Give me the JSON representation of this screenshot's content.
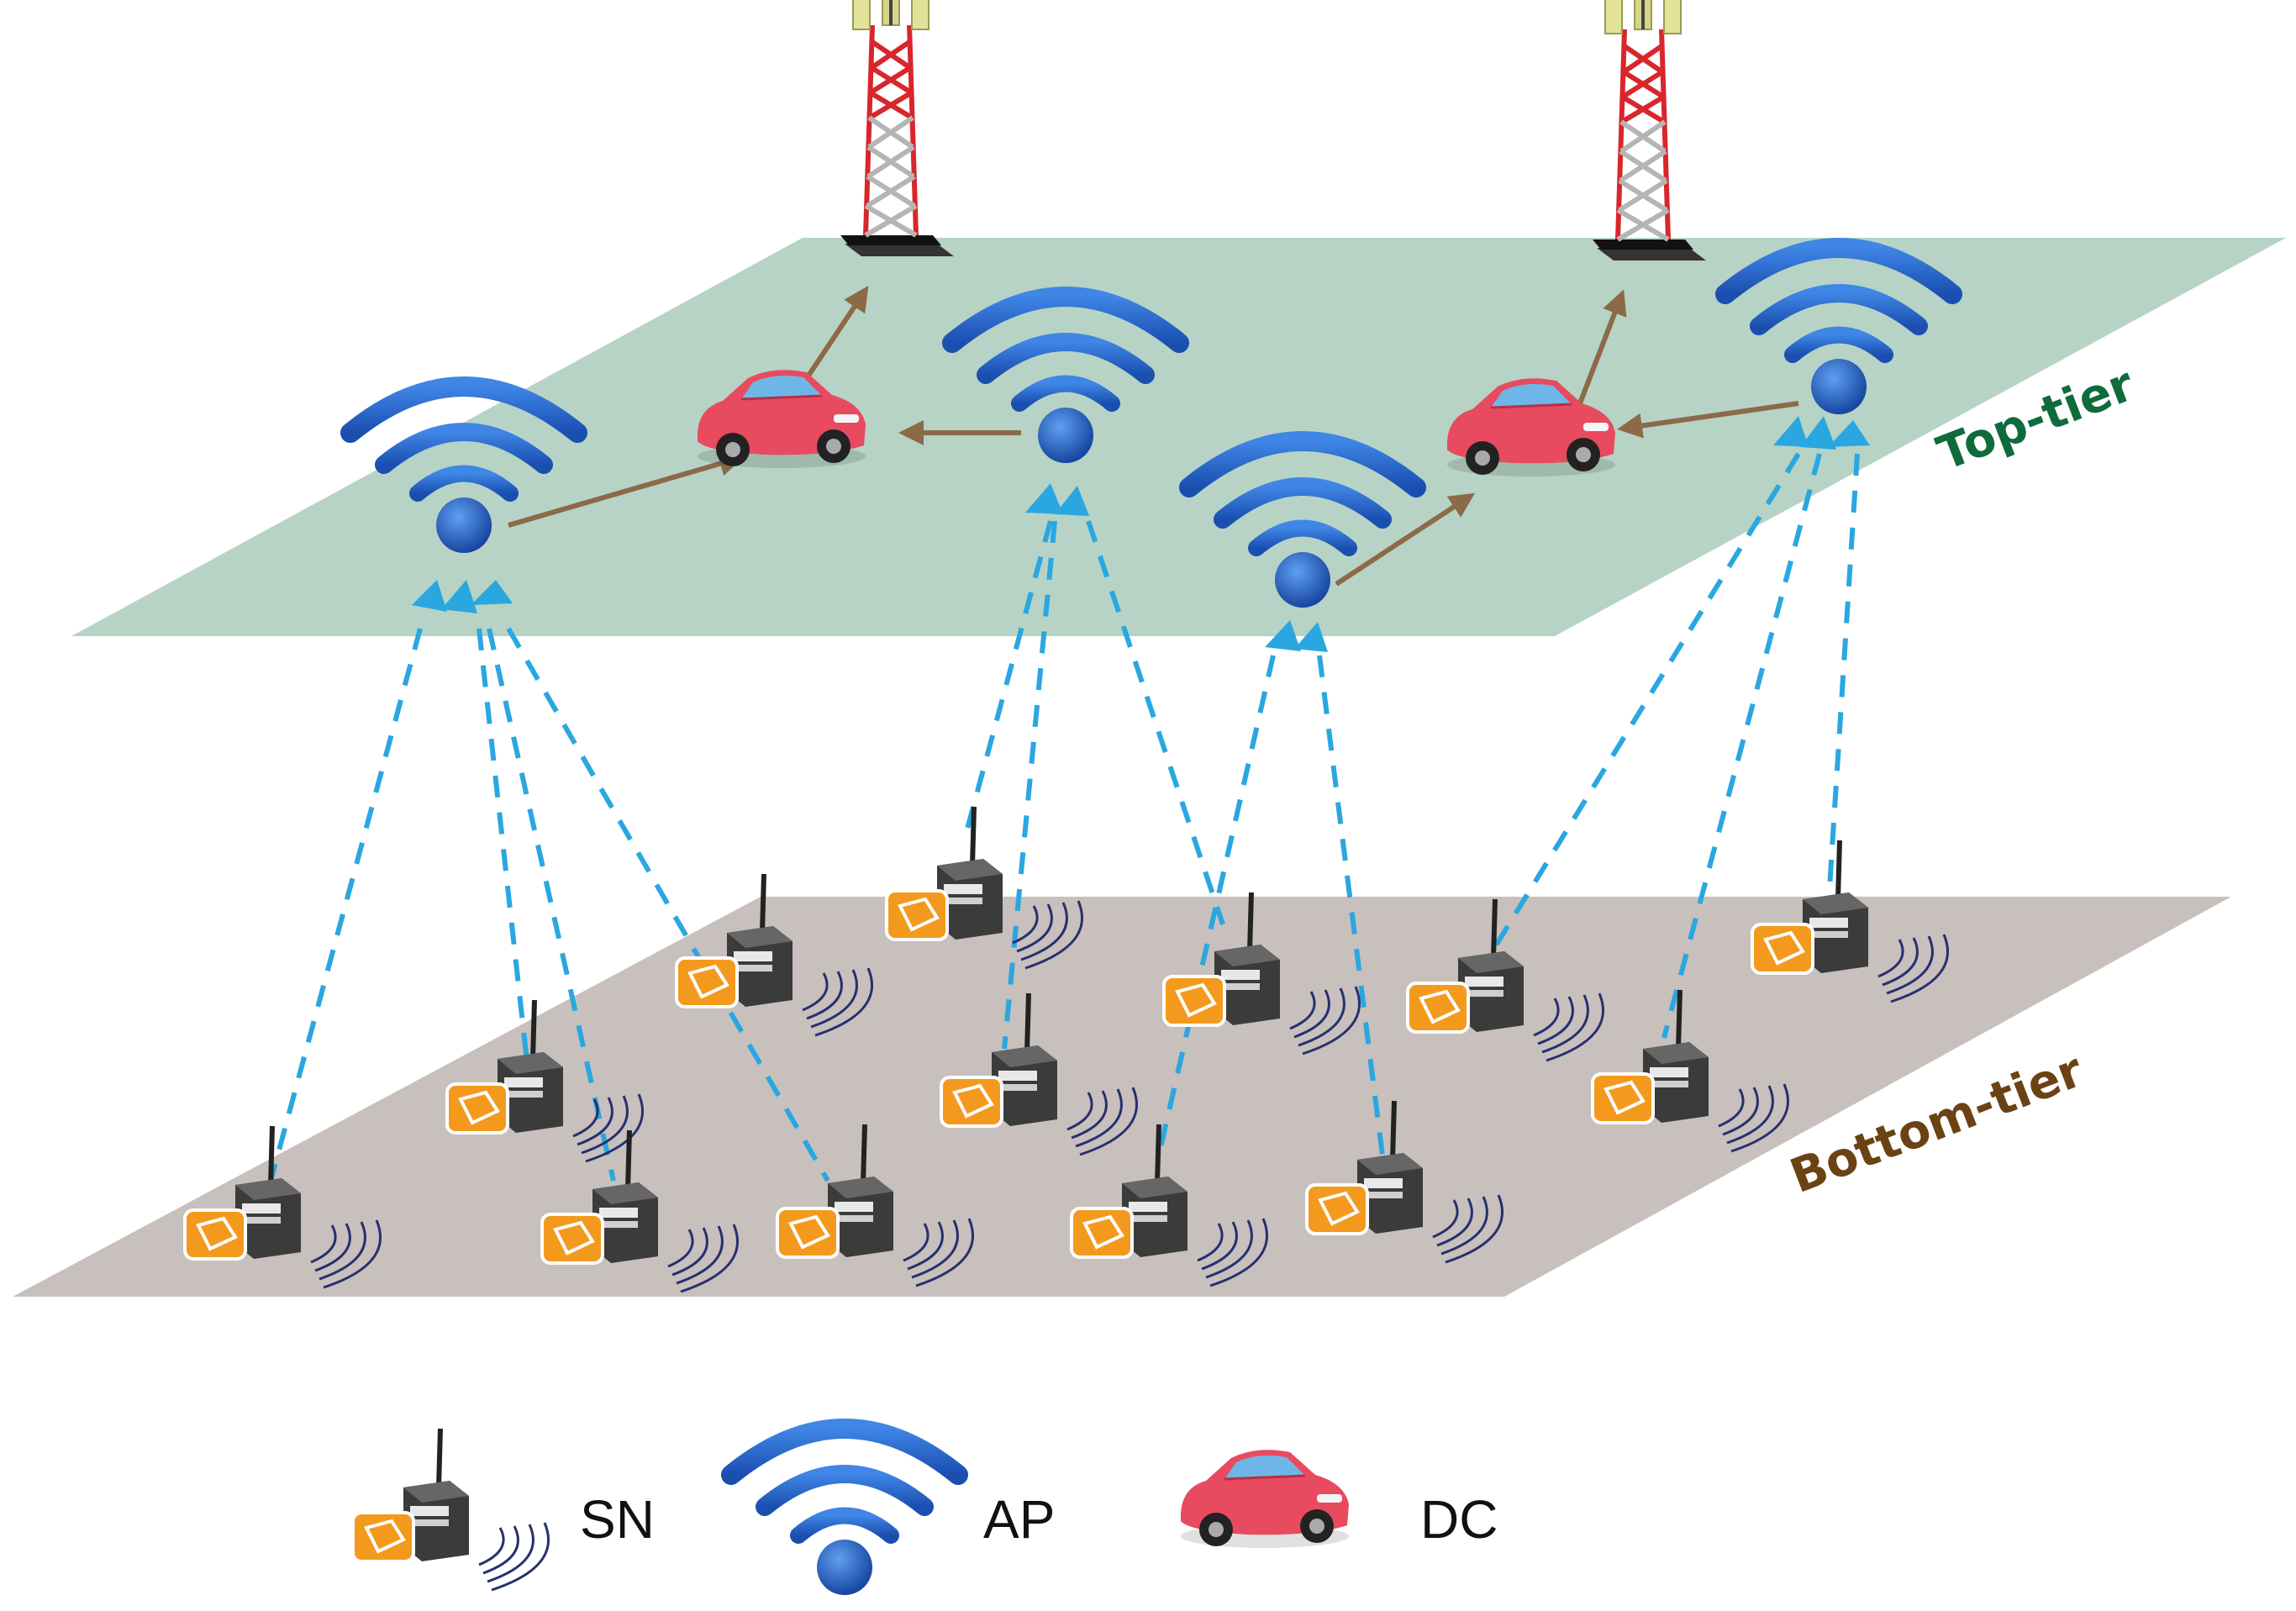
{
  "tiers": {
    "top": {
      "label": "Top-tier",
      "color": "#0f6b3c",
      "plane_color": "#b6d3c5"
    },
    "bottom": {
      "label": "Bottom-tier",
      "color": "#6b4213",
      "plane_color": "#c8c0bd"
    }
  },
  "legend": {
    "sn_label": "SN",
    "ap_label": "AP",
    "dc_label": "DC"
  },
  "colors": {
    "ap_blue": "#1f63c8",
    "link_dashed": "#2aa7e0",
    "arrow_brown": "#8c6a47",
    "car_red": "#e84a60",
    "sensor_orange": "#f39a1e",
    "tower_red": "#d8262b"
  },
  "icons": {
    "access_point": "wifi-icon",
    "data_collector": "car-icon",
    "sensor_node": "sensor-node-icon",
    "base_station": "cell-tower-icon"
  }
}
